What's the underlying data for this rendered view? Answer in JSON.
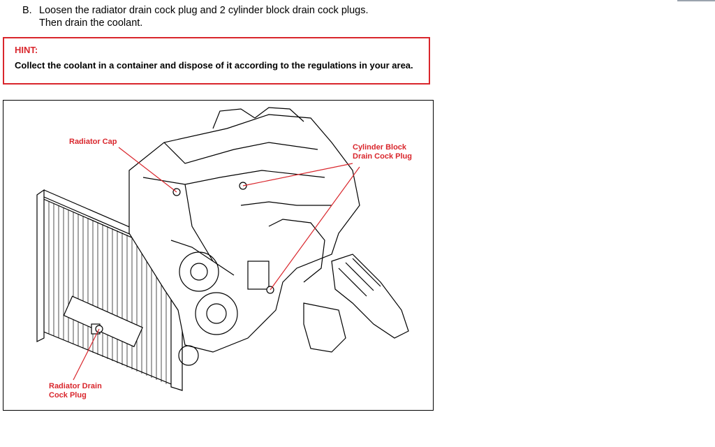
{
  "step": {
    "letter": "B.",
    "line1": "Loosen the radiator drain cock plug and 2 cylinder block drain cock plugs.",
    "line2": "Then drain the coolant."
  },
  "hint": {
    "title": "HINT:",
    "body": "Collect the coolant in a container and dispose of it according to the regulations in your area."
  },
  "figure": {
    "callouts": {
      "radiator_cap": "Radiator Cap",
      "cylinder_block_line1": "Cylinder Block",
      "cylinder_block_line2": "Drain Cock Plug",
      "radiator_drain_line1": "Radiator Drain",
      "radiator_drain_line2": "Cock Plug"
    },
    "colors": {
      "callout": "#d9262c",
      "line": "#000000"
    }
  }
}
